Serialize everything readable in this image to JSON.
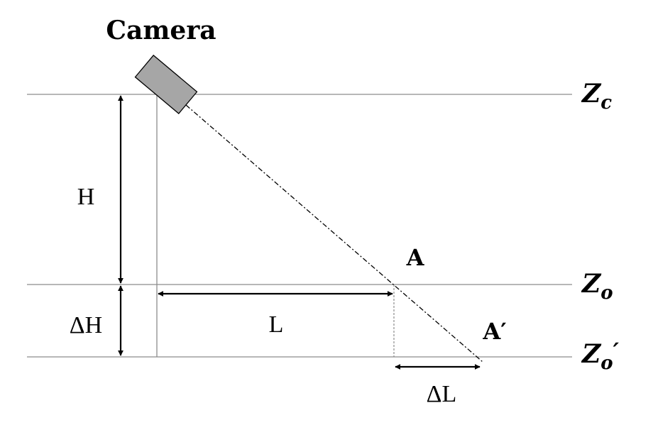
{
  "labels": {
    "camera": "Camera",
    "h": "H",
    "delta_h": "ΔH",
    "l": "L",
    "delta_l": "ΔL",
    "point_a": "A",
    "point_a_prime": "A′",
    "zc_main": "Z",
    "zc_sub": "c",
    "zo_main": "Z",
    "zo_sub": "o",
    "zo2_main": "Z",
    "zo2_sub": "o",
    "zo2_prime": "′"
  },
  "colors": {
    "line": "#8c8c8c",
    "camera_fill": "#a6a6a6",
    "camera_stroke": "#000000",
    "arrow": "#000000"
  }
}
